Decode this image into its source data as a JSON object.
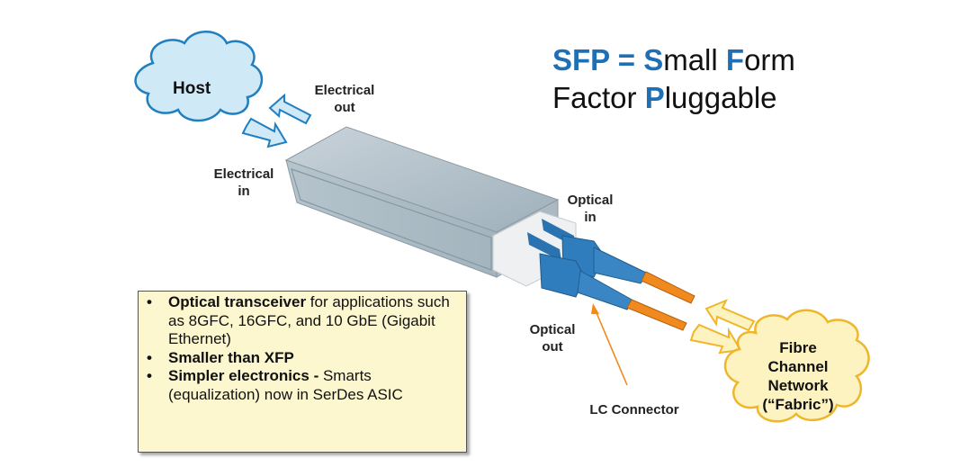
{
  "title": {
    "line1": [
      {
        "text": "SFP = ",
        "accent": true
      },
      {
        "text": "S",
        "accent": true
      },
      {
        "text": "mall ",
        "accent": false
      },
      {
        "text": "F",
        "accent": true
      },
      {
        "text": "orm",
        "accent": false
      }
    ],
    "line2": [
      {
        "text": "Factor ",
        "accent": false
      },
      {
        "text": "P",
        "accent": true
      },
      {
        "text": "luggable",
        "accent": false
      }
    ]
  },
  "clouds": {
    "host": "Host",
    "network": [
      "Fibre",
      "Channel",
      "Network",
      "(“Fabric”)"
    ]
  },
  "labels": {
    "electrical_out": [
      "Electrical",
      "out"
    ],
    "electrical_in": [
      "Electrical",
      "in"
    ],
    "optical_in": [
      "Optical",
      "in"
    ],
    "optical_out": [
      "Optical",
      "out"
    ],
    "lc_connector": "LC Connector"
  },
  "bullets": [
    {
      "bold": "Optical transceiver",
      "rest": " for applications such as 8GFC, 16GFC, and 10 GbE (Gigabit Ethernet)"
    },
    {
      "bold": "Smaller than XFP",
      "rest": ""
    },
    {
      "bold": "Simpler electronics - ",
      "rest": " Smarts (equalization) now in SerDes ASIC"
    }
  ],
  "colors": {
    "accent": "#1f6fb5",
    "host_cloud": "#cfe9f7",
    "network_cloud": "#fdf3c0",
    "fiber": "#f08a1e",
    "connector": "#2a72b0"
  }
}
